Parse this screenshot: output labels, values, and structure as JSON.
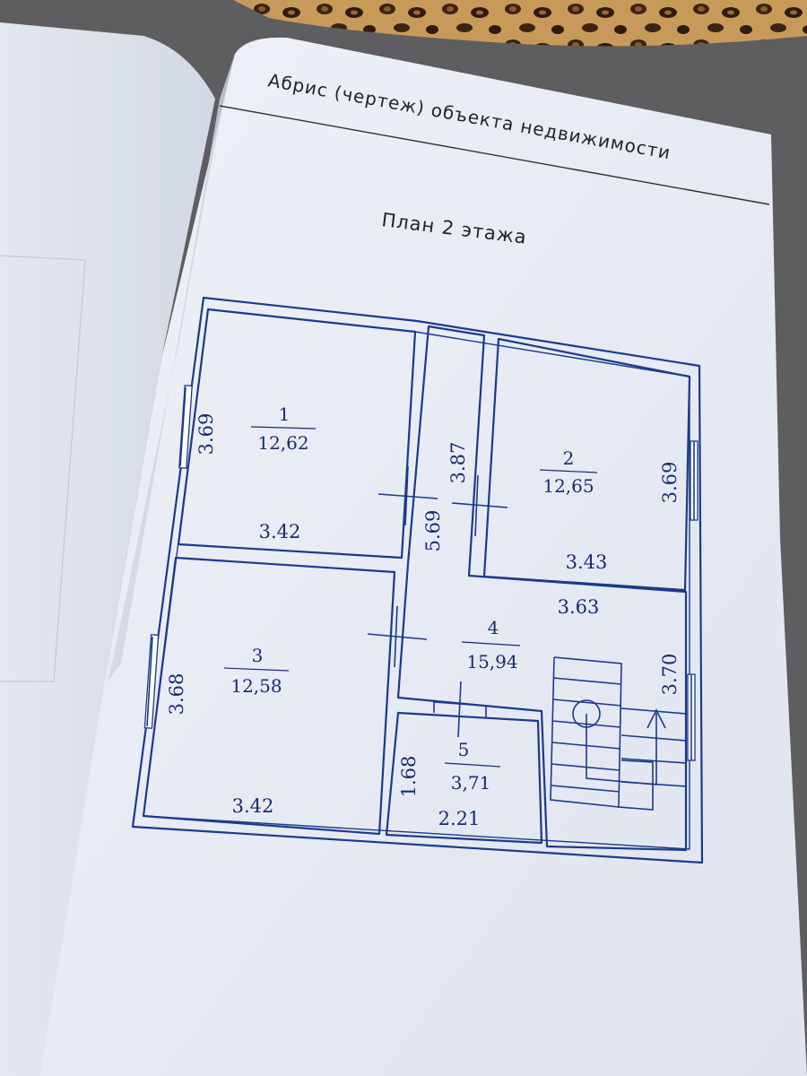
{
  "document": {
    "header": "Абрис (чертеж) объекта недвижимости",
    "subtitle": "План 2 этажа"
  },
  "rooms": [
    {
      "number": "1",
      "area": "12,62",
      "width": "3.42",
      "height": "3.69"
    },
    {
      "number": "2",
      "area": "12,65",
      "width": "3.43",
      "height": "3.69"
    },
    {
      "number": "3",
      "area": "12,58",
      "width": "3.42",
      "height": "3.68"
    },
    {
      "number": "4",
      "area": "15,94",
      "width": "3.63",
      "height": "3.70",
      "corridor_length": "5.69",
      "corridor_side": "3.87"
    },
    {
      "number": "5",
      "area": "3,71",
      "width": "2.21",
      "height": "1.68"
    }
  ],
  "colors": {
    "ink": "#1b3a8a",
    "paper": "#e9edf4",
    "text": "#1f2230"
  }
}
